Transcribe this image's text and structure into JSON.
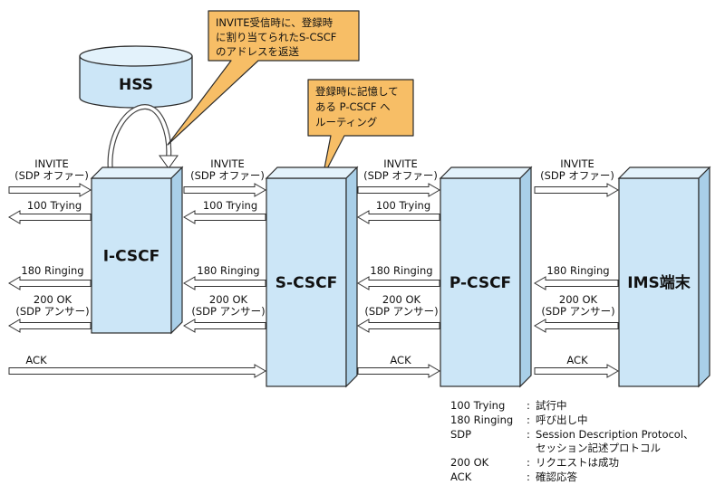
{
  "hss": {
    "label": "HSS"
  },
  "nodes": {
    "icscf": "I-CSCF",
    "scscf": "S-CSCF",
    "pcscf": "P-CSCF",
    "ims": "IMS端末"
  },
  "callouts": {
    "c1": [
      "INVITE受信時に、登録時",
      "に割り当てられたS-CSCF",
      "のアドレスを返送"
    ],
    "c2": [
      "登録時に記憶して",
      "ある P-CSCF へ",
      "ルーティング"
    ]
  },
  "messages": {
    "invite": "INVITE",
    "sdp_offer": "(SDP オファー)",
    "trying": "100 Trying",
    "ringing": "180 Ringing",
    "ok": "200 OK",
    "sdp_answer": "(SDP アンサー)",
    "ack": "ACK"
  },
  "legend": [
    {
      "term": "100 Trying",
      "sep": ":",
      "desc": "試行中"
    },
    {
      "term": "180 Ringing",
      "sep": ":",
      "desc": "呼び出し中"
    },
    {
      "term": "SDP",
      "sep": ":",
      "desc": "Session Description Protocol、"
    },
    {
      "term": "",
      "sep": "",
      "desc": "セッション記述プロトコル"
    },
    {
      "term": "200 OK",
      "sep": ":",
      "desc": "リクエストは成功"
    },
    {
      "term": "ACK",
      "sep": ":",
      "desc": "確認応答"
    }
  ],
  "colors": {
    "node_fill": "#cce6f7",
    "node_side": "#a9cfe8",
    "node_top": "#e3f2fb",
    "node_stroke": "#2b2b2b",
    "callout_fill": "#f7be66",
    "arrow_fill": "#ffffff"
  }
}
